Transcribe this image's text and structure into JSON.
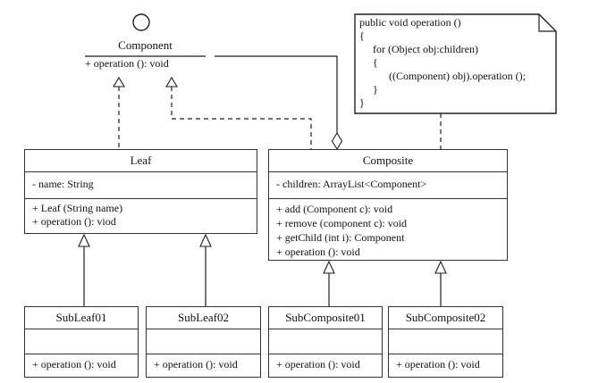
{
  "interface": {
    "name": "Component",
    "operation": "+ operation (): void"
  },
  "note": {
    "lines": [
      "public void operation ()",
      "{",
      "for (Object obj:children)",
      "{",
      "((Component) obj).operation ();",
      "}",
      "}"
    ]
  },
  "classes": {
    "leaf": {
      "name": "Leaf",
      "attributes": [
        "- name: String"
      ],
      "methods": [
        "+ Leaf (String name)",
        "+ operation (): viod"
      ]
    },
    "composite": {
      "name": "Composite",
      "attributes": [
        "- children: ArrayList<Component>"
      ],
      "methods": [
        "+ add (Component c): void",
        "+ remove (component c): void",
        "+ getChild (int i): Component",
        "+ operation (): void"
      ]
    },
    "subleaf01": {
      "name": "SubLeaf01",
      "methods": [
        "+ operation (): void"
      ]
    },
    "subleaf02": {
      "name": "SubLeaf02",
      "methods": [
        "+ operation (): void"
      ]
    },
    "subcomposite01": {
      "name": "SubComposite01",
      "methods": [
        "+ operation (): void"
      ]
    },
    "subcomposite02": {
      "name": "SubComposite02",
      "methods": [
        "+ operation (): void"
      ]
    }
  },
  "colors": {
    "line": "#1f1f1f",
    "background": "#ffffff"
  }
}
